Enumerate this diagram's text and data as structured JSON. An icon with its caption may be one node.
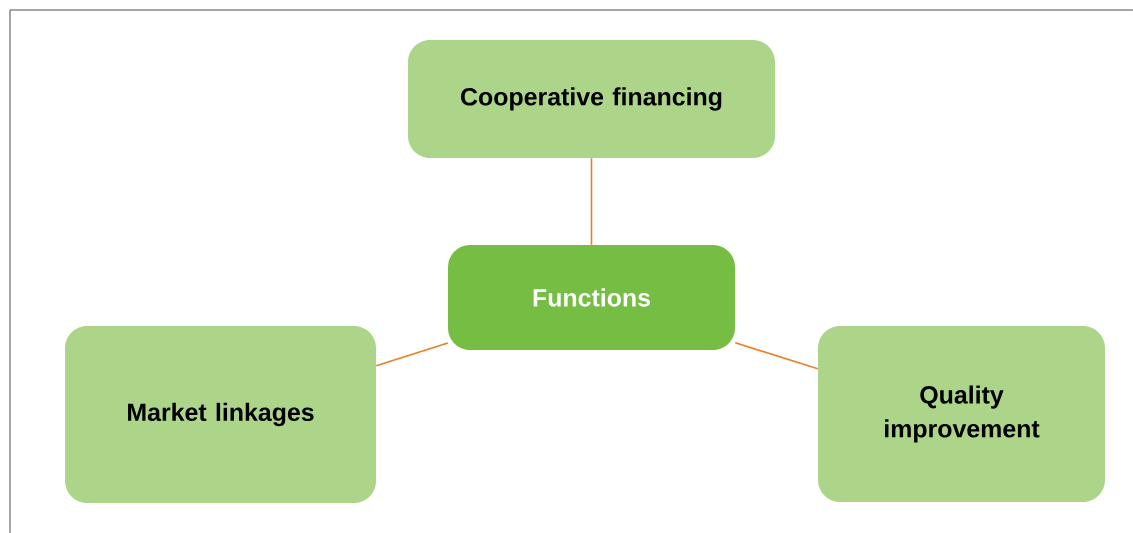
{
  "diagram": {
    "nodes": [
      {
        "text": [
          "Cooperative financing"
        ]
      },
      {
        "text": [
          "Functions"
        ]
      },
      {
        "text": [
          "Market linkages"
        ]
      },
      {
        "text": [
          "Quality improvement"
        ]
      }
    ],
    "edges": [
      {
        "from": 1,
        "to": 0,
        "arrow": "none"
      },
      {
        "from": 1,
        "to": 2,
        "arrow": "none"
      },
      {
        "from": 1,
        "to": 3,
        "arrow": "none"
      }
    ]
  }
}
